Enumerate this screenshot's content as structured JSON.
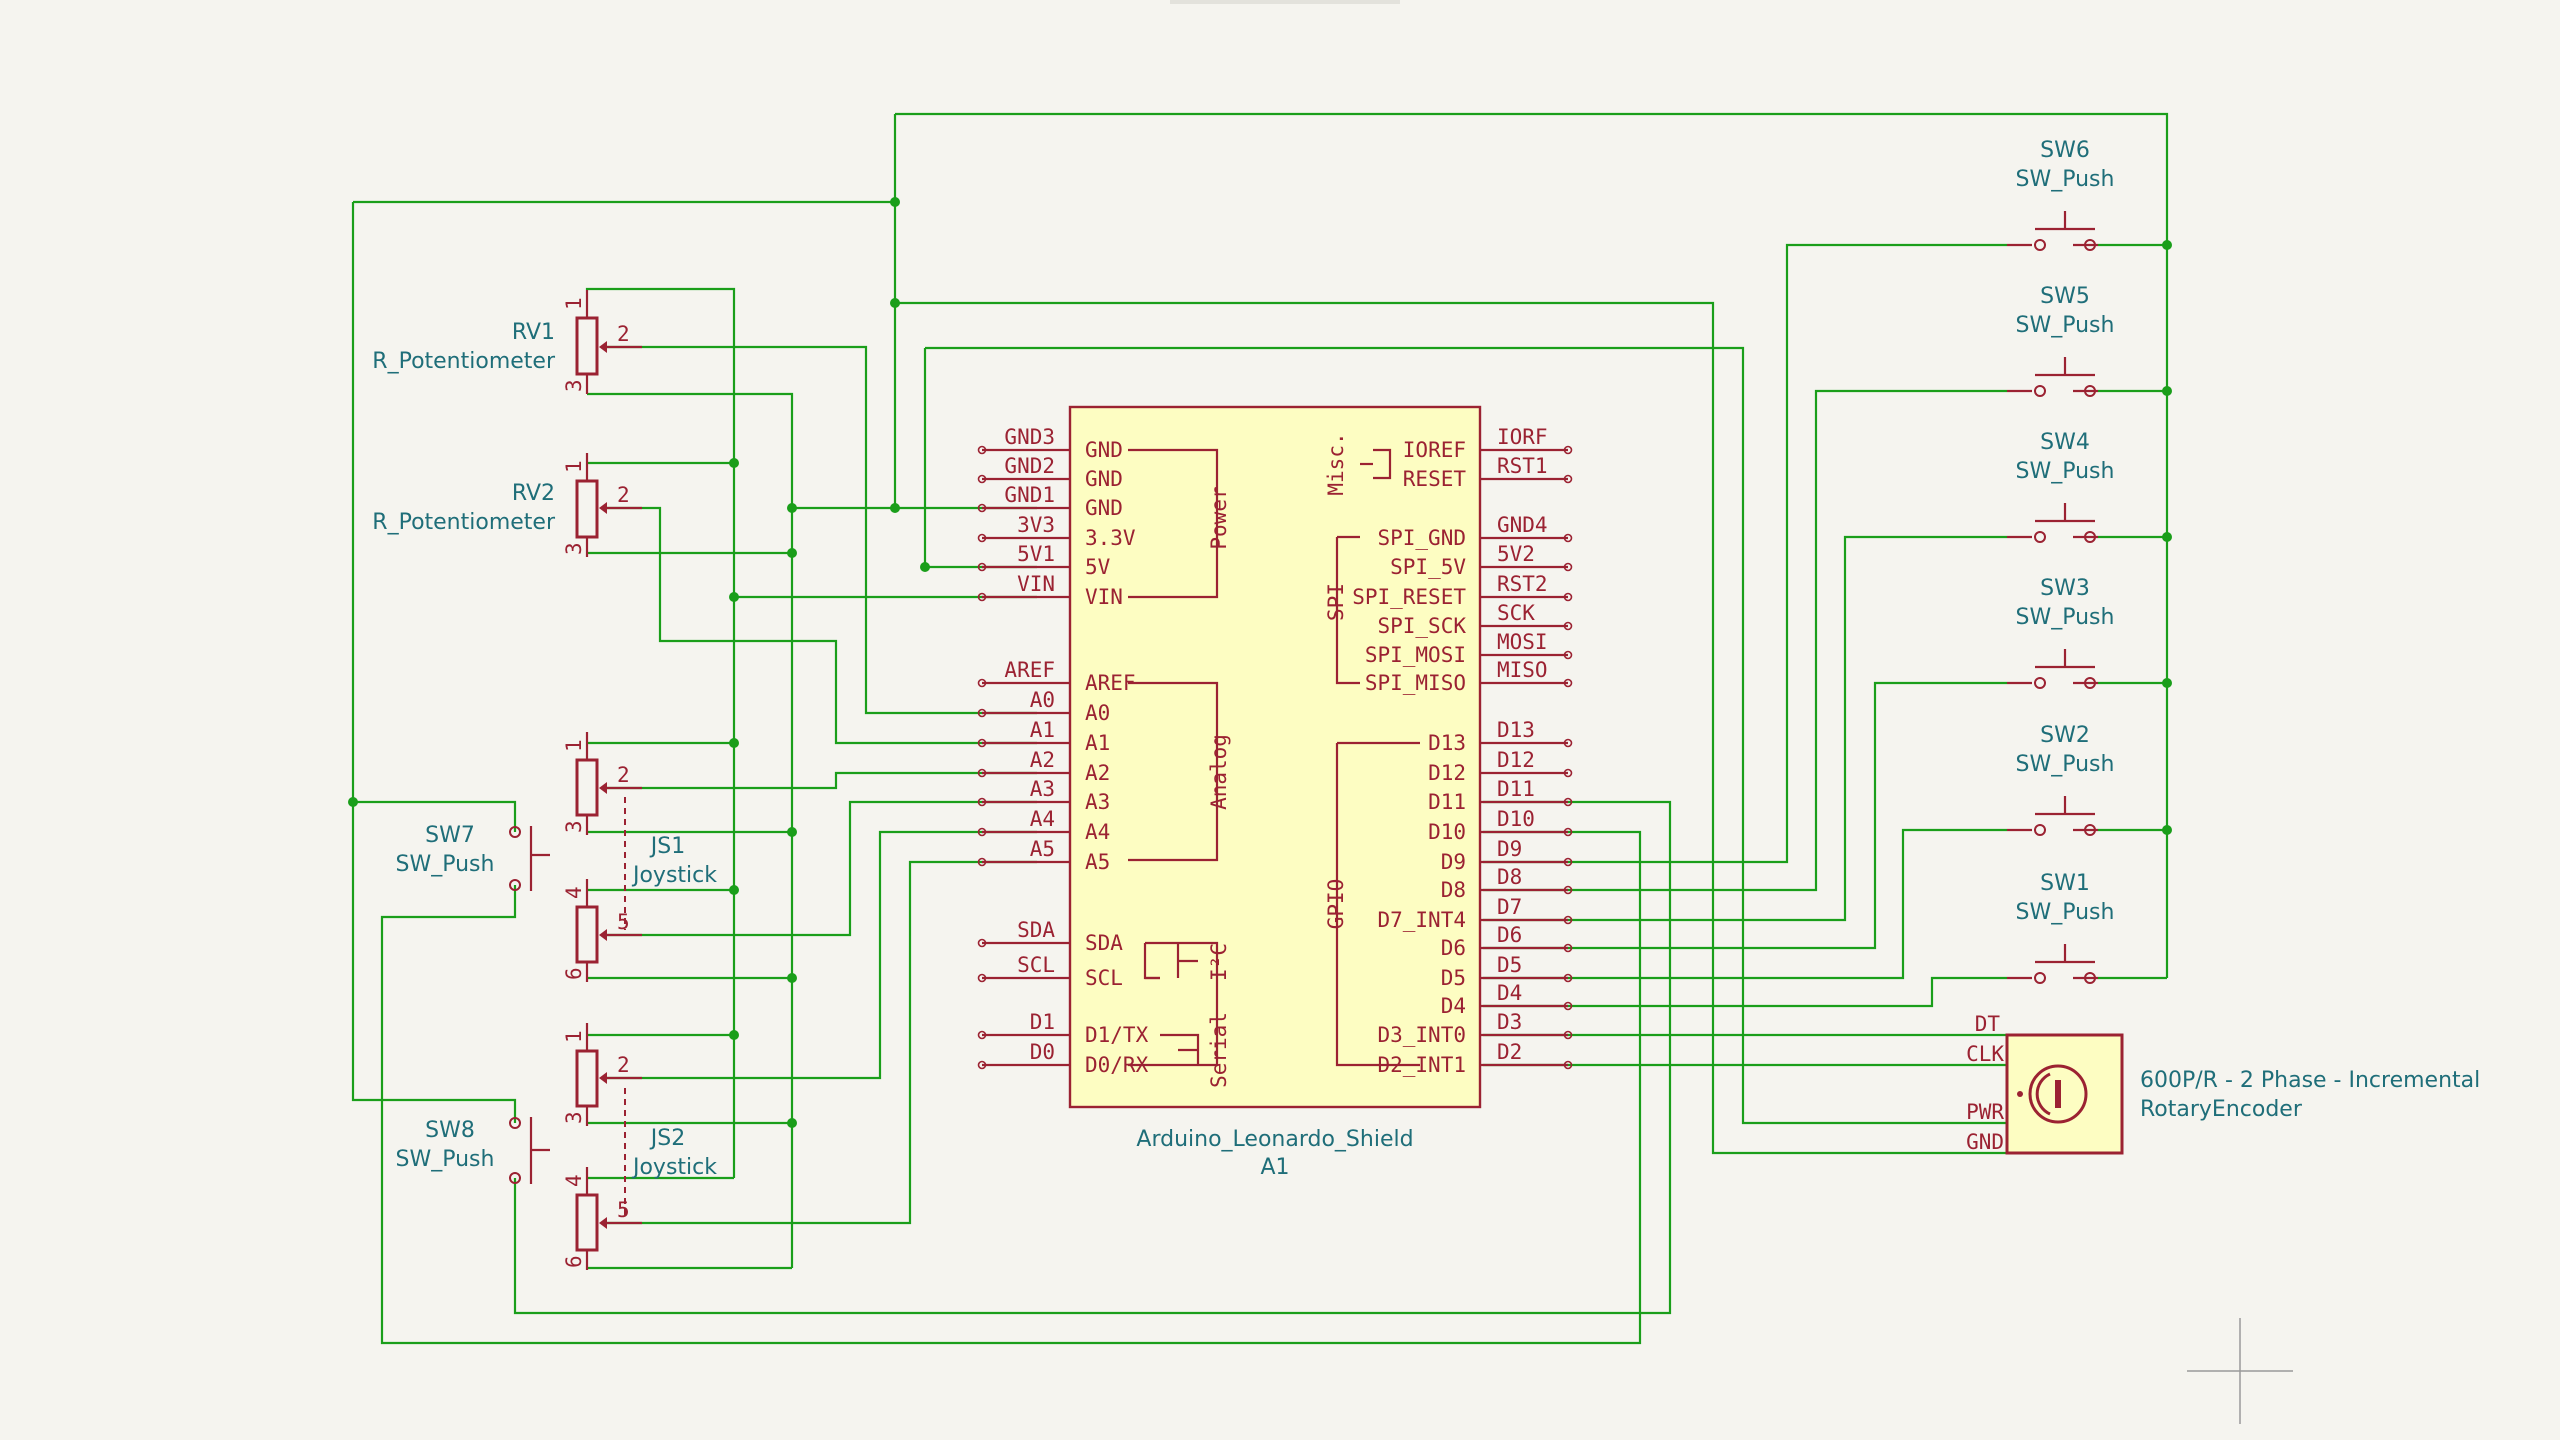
{
  "board": {
    "name": "Arduino_Leonardo_Shield",
    "ref": "A1",
    "groups": {
      "power": "Power",
      "misc": "Misc.",
      "spi": "SPI",
      "analog": "Analog",
      "i2c": "I²C",
      "serial": "Serial",
      "gpio": "GPIO"
    },
    "left_inner": [
      "GND",
      "GND",
      "GND",
      "3.3V",
      "5V",
      "VIN",
      "AREF",
      "A0",
      "A1",
      "A2",
      "A3",
      "A4",
      "A5",
      "SDA",
      "SCL",
      "D1/TX",
      "D0/RX"
    ],
    "left_outer": [
      "GND3",
      "GND2",
      "GND1",
      "3V3",
      "5V1",
      "VIN",
      "AREF",
      "A0",
      "A1",
      "A2",
      "A3",
      "A4",
      "A5",
      "SDA",
      "SCL",
      "D1",
      "D0"
    ],
    "right_inner": [
      "IOREF",
      "RESET",
      "SPI_GND",
      "SPI_5V",
      "SPI_RESET",
      "SPI_SCK",
      "SPI_MOSI",
      "SPI_MISO",
      "D13",
      "D12",
      "D11",
      "D10",
      "D9",
      "D8",
      "D7_INT4",
      "D6",
      "D5",
      "D4",
      "D3_INT0",
      "D2_INT1"
    ],
    "right_outer": [
      "IORF",
      "RST1",
      "GND4",
      "5V2",
      "RST2",
      "SCK",
      "MOSI",
      "MISO",
      "D13",
      "D12",
      "D11",
      "D10",
      "D9",
      "D8",
      "D7",
      "D6",
      "D5",
      "D4",
      "D3",
      "D2"
    ]
  },
  "switches": [
    {
      "ref": "SW6",
      "value": "SW_Push"
    },
    {
      "ref": "SW5",
      "value": "SW_Push"
    },
    {
      "ref": "SW4",
      "value": "SW_Push"
    },
    {
      "ref": "SW3",
      "value": "SW_Push"
    },
    {
      "ref": "SW2",
      "value": "SW_Push"
    },
    {
      "ref": "SW1",
      "value": "SW_Push"
    },
    {
      "ref": "SW7",
      "value": "SW_Push"
    },
    {
      "ref": "SW8",
      "value": "SW_Push"
    }
  ],
  "pots": [
    {
      "ref": "RV1",
      "value": "R_Potentiometer"
    },
    {
      "ref": "RV2",
      "value": "R_Potentiometer"
    }
  ],
  "joysticks": [
    {
      "ref": "JS1",
      "value": "Joystick"
    },
    {
      "ref": "JS2",
      "value": "Joystick"
    }
  ],
  "pin_numbers": {
    "one": "1",
    "two": "2",
    "three": "3",
    "four": "4",
    "five": "5",
    "six": "6"
  },
  "encoder": {
    "pins": [
      "DT",
      "CLK",
      "PWR",
      "GND"
    ],
    "value_line1": "600P/R - 2 Phase - Incremental",
    "value_line2": "RotaryEncoder"
  }
}
